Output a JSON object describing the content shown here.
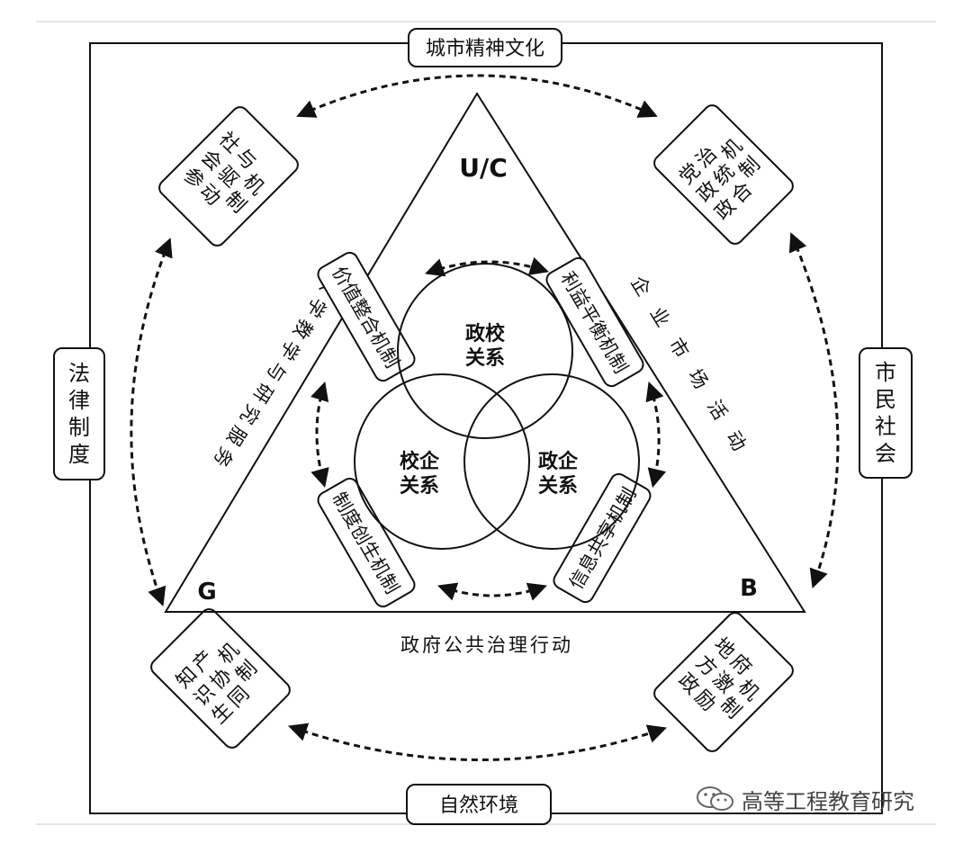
{
  "outer": {
    "top": "城市精神文化",
    "bottom": "自然环境",
    "left": "法律制度",
    "right": "市民社会"
  },
  "corners": {
    "top_left": "社会参与驱动机制",
    "top_right": "党政政治统合机制",
    "bottom_left": "知识生产协同机制",
    "bottom_right": "地方政府激励机制"
  },
  "vertices": {
    "top": "U/C",
    "left": "G",
    "right": "B"
  },
  "triangle_sides": {
    "left": "大学教学与研究服务",
    "right": "企业市场活动",
    "bottom": "政府公共治理行动"
  },
  "inner_boxes": {
    "top_left": "价值整合机制",
    "top_right": "利益平衡机制",
    "bottom_left": "制度创生机制",
    "bottom_right": "信息共享机制"
  },
  "circles": {
    "top": "政校关系",
    "left": "校企关系",
    "right": "政企关系"
  },
  "watermark": "高等工程教育研究",
  "colors": {
    "stroke": "#111111",
    "watermark": "#444444",
    "rule": "#e6e6e6"
  }
}
